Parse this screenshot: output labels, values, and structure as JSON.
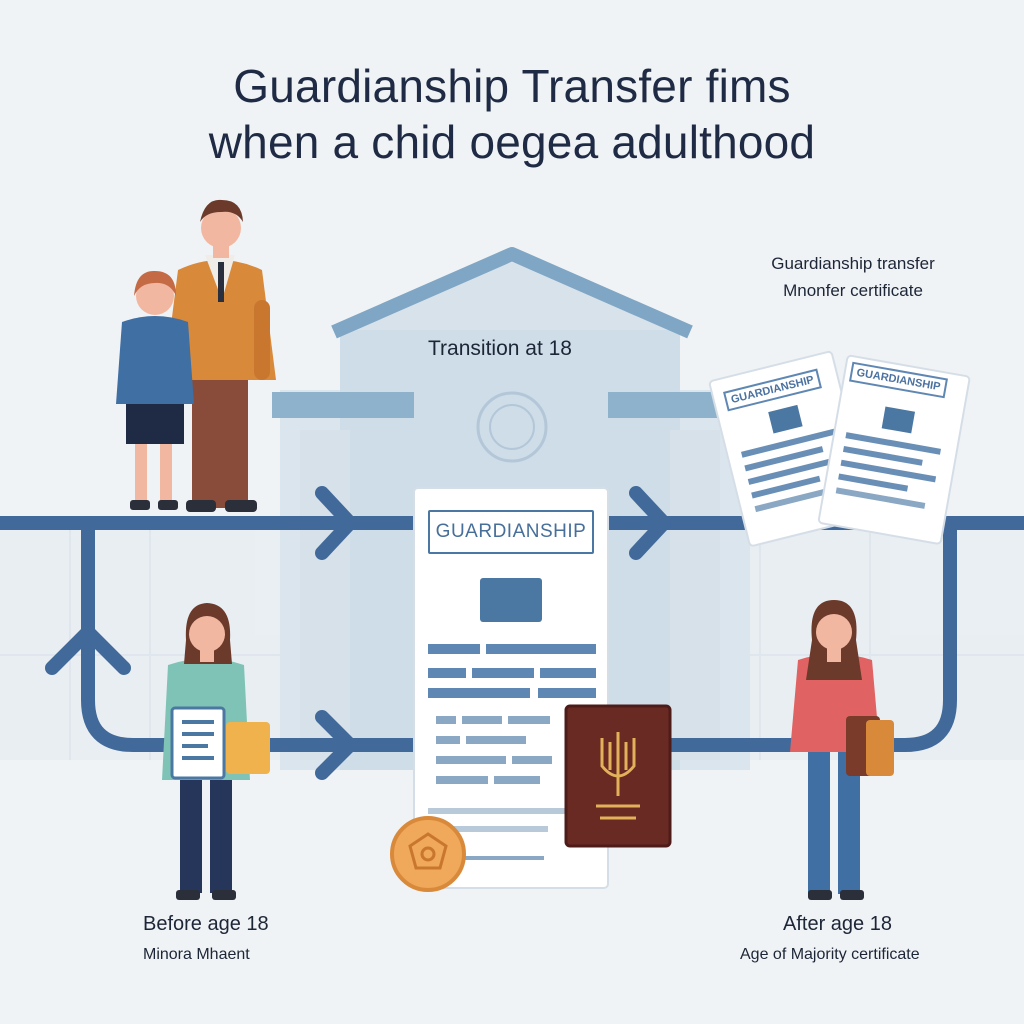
{
  "title": {
    "line1": "Guardianship Transfer fims",
    "line2": "when a chid oegea adulthood"
  },
  "labels": {
    "transition": "Transition at 18",
    "certificate": "Guardianship transfer Mnonfer certificate",
    "before": "Before age 18",
    "before_sub": "Minora Mhaent",
    "after": "After age 18",
    "after_sub": "Age of Majority certificate"
  },
  "document": {
    "title": "GUARDIANSHIP"
  },
  "cards": {
    "title_a": "GUARDIANSHIP",
    "title_b": "GUARDIANSHIP"
  },
  "colors": {
    "background": "#f0f3f6",
    "flow_line": "#41699a",
    "building": "#c9d8e3",
    "roof": "#7fa6c4",
    "accent_orange": "#d9893a",
    "accent_red": "#e06262"
  },
  "icons": [
    "building-icon",
    "guardian-parent-icon",
    "child-icon",
    "minor-person-icon",
    "adult-person-icon",
    "document-icon",
    "passport-icon",
    "seal-icon",
    "certificate-card-icon",
    "arrow-right-icon",
    "arrow-up-icon"
  ]
}
